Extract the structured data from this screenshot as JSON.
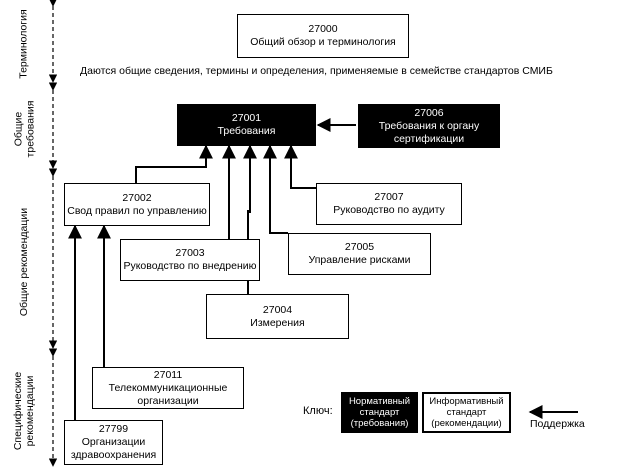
{
  "lanes": {
    "terminology": "Терминология",
    "requirements": [
      "Общие",
      "требования"
    ],
    "guidance": "Общие рекомендации",
    "specific": [
      "Специфические",
      "рекомендации"
    ]
  },
  "note": "Даются общие сведения, термины и определения, применяемые в семействе стандартов СМИБ",
  "boxes": {
    "b27000": {
      "number": "27000",
      "title": "Общий обзор и терминология"
    },
    "b27001": {
      "number": "27001",
      "title": "Требования"
    },
    "b27006": {
      "number": "27006",
      "title": [
        "Требования к органу",
        "сертификации"
      ]
    },
    "b27002": {
      "number": "27002",
      "title": "Свод правил по управлению"
    },
    "b27007": {
      "number": "27007",
      "title": "Руководство по аудиту"
    },
    "b27003": {
      "number": "27003",
      "title": "Руководство по внедрению"
    },
    "b27005": {
      "number": "27005",
      "title": "Управление рисками"
    },
    "b27004": {
      "number": "27004",
      "title": "Измерения"
    },
    "b27011": {
      "number": "27011",
      "title": [
        "Телекоммуникационные",
        "организации"
      ]
    },
    "b27799": {
      "number": "27799",
      "title": [
        "Организации",
        "здравоохранения"
      ]
    }
  },
  "key": {
    "label": "Ключ:",
    "normative": [
      "Нормативный",
      "стандарт",
      "(требования)"
    ],
    "informative": [
      "Информативный",
      "стандарт",
      "(рекомендации)"
    ],
    "support": "Поддержка"
  }
}
